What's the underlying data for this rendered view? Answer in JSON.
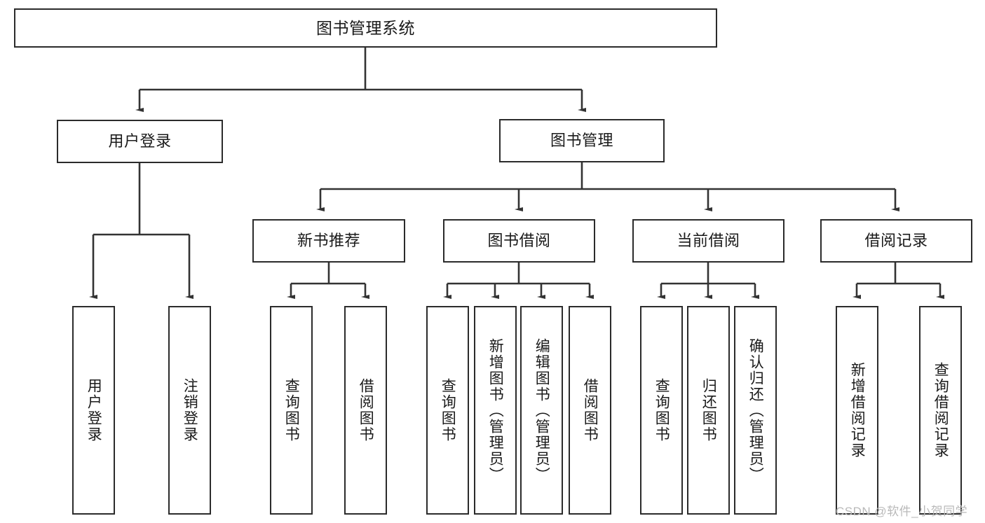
{
  "diagram": {
    "title_node": {
      "label": "图书管理系统"
    },
    "level2": [
      {
        "id": "user-login",
        "label": "用户登录"
      },
      {
        "id": "book-management",
        "label": "图书管理"
      }
    ],
    "level3": [
      {
        "id": "new-book-recommend",
        "label": "新书推荐"
      },
      {
        "id": "book-borrow",
        "label": "图书借阅"
      },
      {
        "id": "current-borrow",
        "label": "当前借阅"
      },
      {
        "id": "borrow-record",
        "label": "借阅记录"
      }
    ],
    "leaves": {
      "user_login": [
        {
          "id": "leaf-user-login",
          "label": "用户登录"
        },
        {
          "id": "leaf-logout",
          "label": "注销登录"
        }
      ],
      "new_book_recommend": [
        {
          "id": "leaf-query-book-1",
          "label": "查询图书"
        },
        {
          "id": "leaf-borrow-book-1",
          "label": "借阅图书"
        }
      ],
      "book_borrow": [
        {
          "id": "leaf-query-book-2",
          "label": "查询图书"
        },
        {
          "id": "leaf-add-book",
          "label": "新增图书（管理员）"
        },
        {
          "id": "leaf-edit-book",
          "label": "编辑图书（管理员）"
        },
        {
          "id": "leaf-borrow-book-2",
          "label": "借阅图书"
        }
      ],
      "current_borrow": [
        {
          "id": "leaf-query-book-3",
          "label": "查询图书"
        },
        {
          "id": "leaf-return-book",
          "label": "归还图书"
        },
        {
          "id": "leaf-confirm-return",
          "label": "确认归还（管理员）"
        }
      ],
      "borrow_record": [
        {
          "id": "leaf-add-record",
          "label": "新增借阅记录"
        },
        {
          "id": "leaf-query-record",
          "label": "查询借阅记录"
        }
      ]
    }
  },
  "watermark": {
    "text": "CSDN @软件_小贺同学"
  },
  "colors": {
    "border": "#2b2b2b",
    "line": "#333333",
    "text": "#1a1a1a",
    "background": "#ffffff",
    "watermark": "#b9b9b9"
  }
}
